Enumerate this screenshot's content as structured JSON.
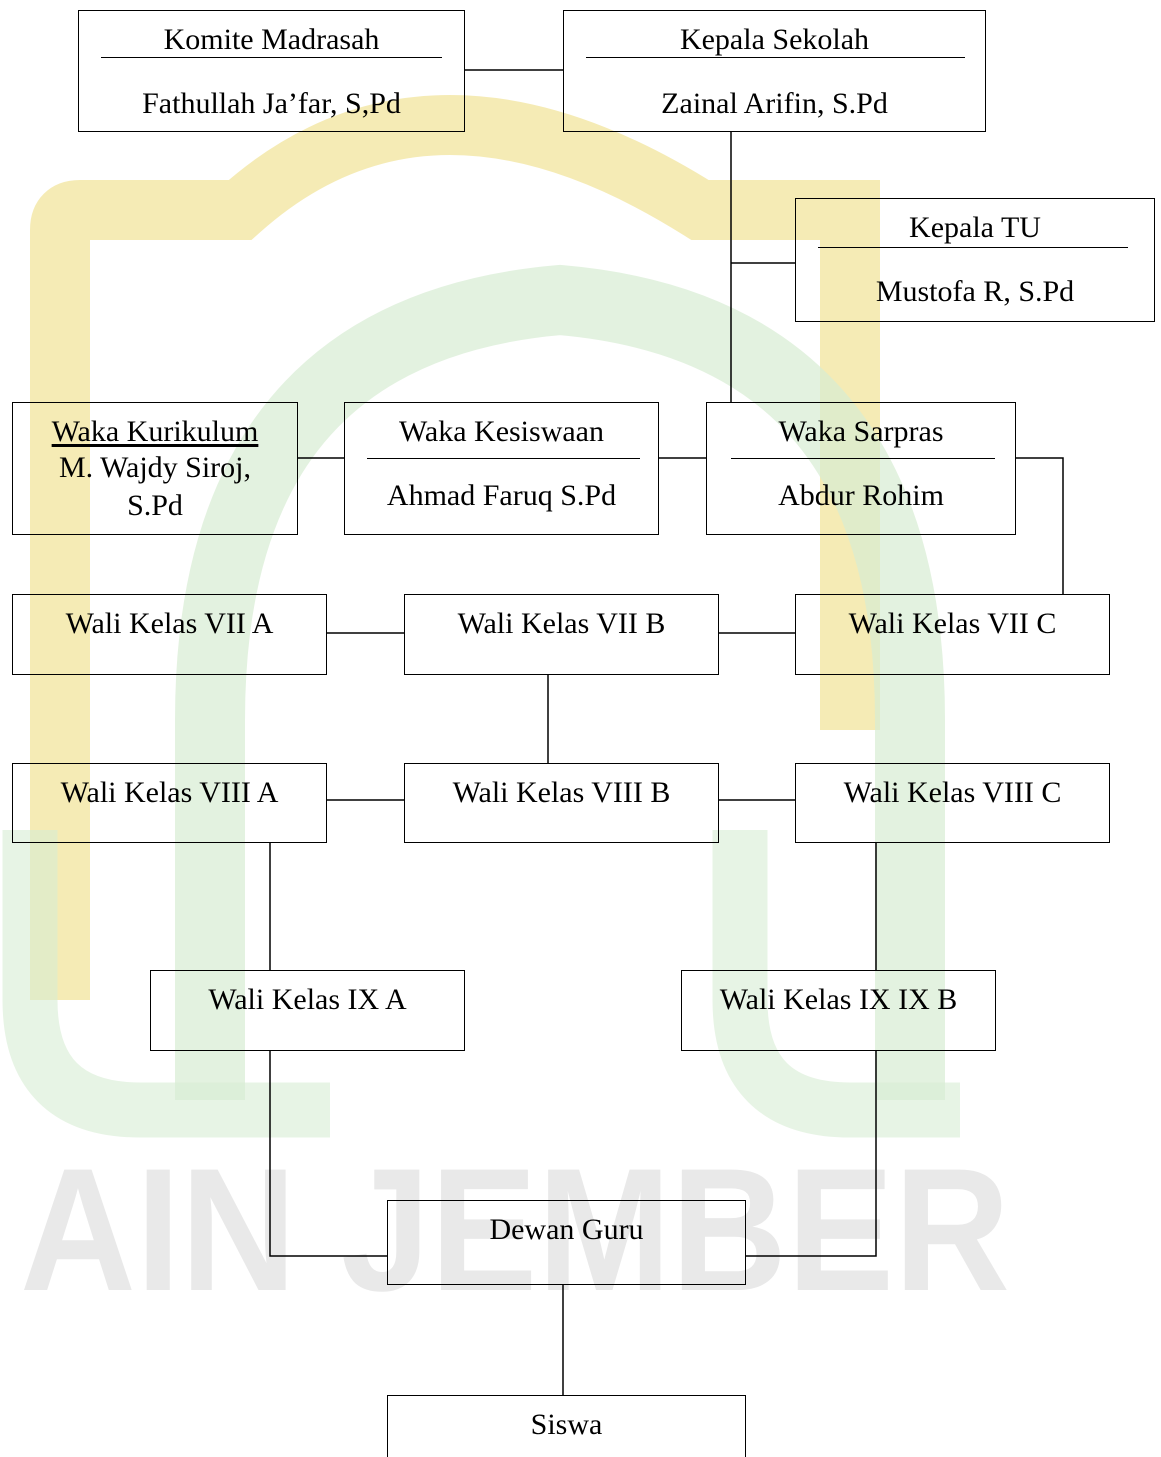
{
  "watermark": {
    "text": "AIN JEMBER",
    "colors": {
      "gold": "#f3e6a3",
      "green": "#d7ecd3",
      "gray": "#e9e9e9"
    }
  },
  "boxes": {
    "komite": {
      "title": "Komite Madrasah",
      "name": "Fathullah Ja’far, S,Pd"
    },
    "kepala": {
      "title": "Kepala Sekolah",
      "name": "Zainal Arifin, S.Pd"
    },
    "tu": {
      "title": "Kepala TU",
      "name": "Mustofa R, S.Pd"
    },
    "kurikulum": {
      "title": "Waka Kurikulum",
      "name_line1": "M. Wajdy Siroj,",
      "name_line2": "S.Pd"
    },
    "kesiswaan": {
      "title": "Waka Kesiswaan",
      "name": "Ahmad Faruq S.Pd"
    },
    "sarpras": {
      "title": "Waka Sarpras",
      "name": "Abdur Rohim"
    },
    "vii_a": "Wali Kelas VII A",
    "vii_b": "Wali Kelas VII B",
    "vii_c": "Wali Kelas VII C",
    "viii_a": "Wali Kelas VIII A",
    "viii_b": "Wali Kelas VIII B",
    "viii_c": "Wali Kelas VIII C",
    "ix_a": "Wali Kelas IX A",
    "ix_b": "Wali Kelas IX IX B",
    "dewan_guru": "Dewan Guru",
    "siswa": "Siswa"
  }
}
